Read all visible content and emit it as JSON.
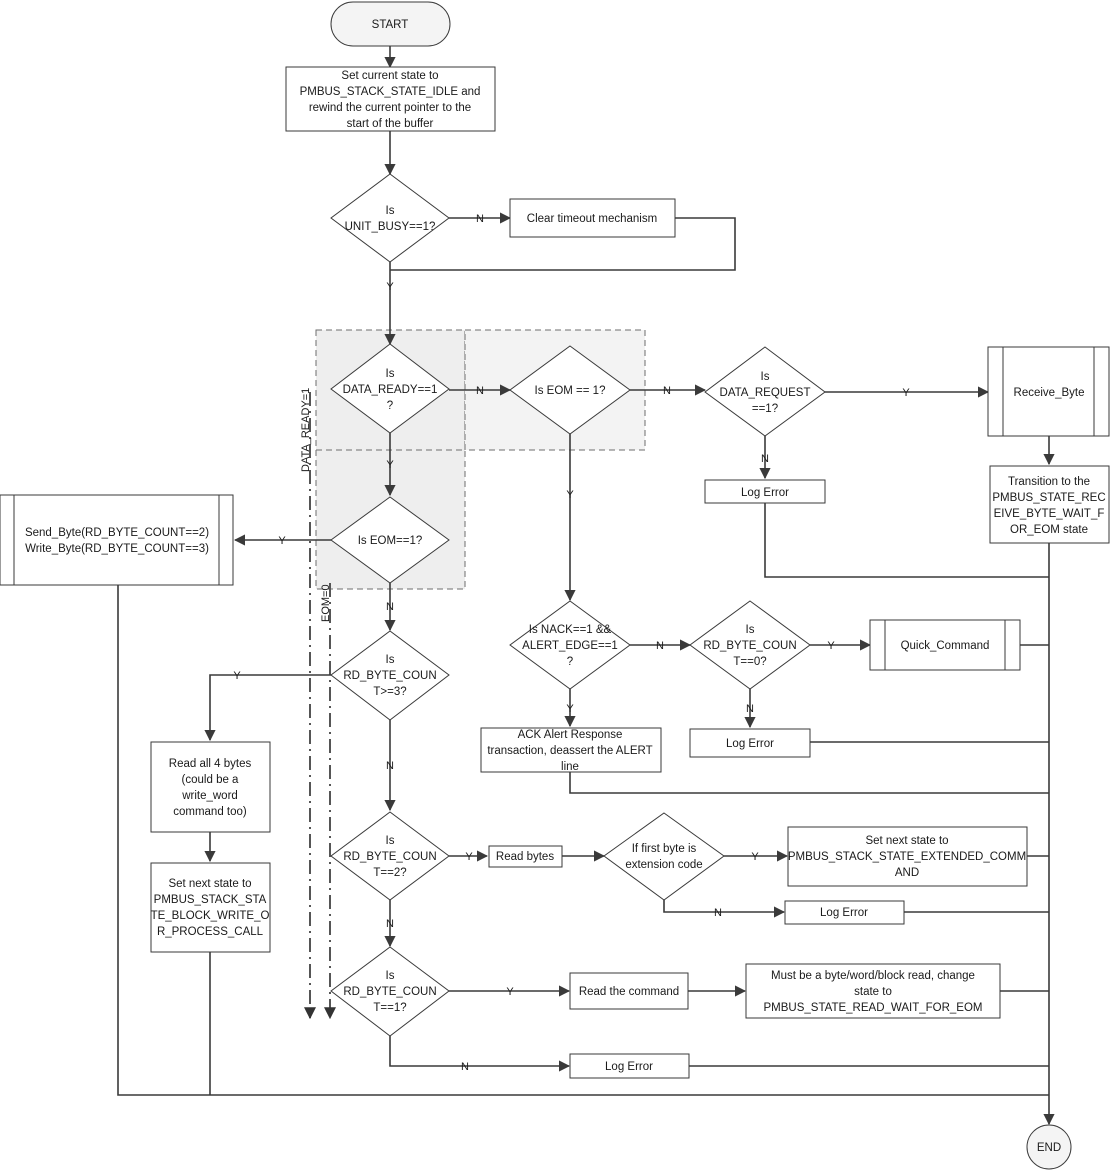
{
  "nodes": {
    "start": {
      "lines": [
        "START"
      ]
    },
    "set_idle": {
      "lines": [
        "Set current state to",
        "PMBUS_STACK_STATE_IDLE and",
        "rewind the current pointer to the",
        "start of the buffer"
      ]
    },
    "unit_busy": {
      "lines": [
        "Is",
        "UNIT_BUSY==1?"
      ]
    },
    "clear_timeout": {
      "lines": [
        "Clear timeout mechanism"
      ]
    },
    "data_ready": {
      "lines": [
        "Is",
        "DATA_READY==1",
        "?"
      ]
    },
    "eom_check_a": {
      "lines": [
        "Is EOM == 1?"
      ]
    },
    "data_request": {
      "lines": [
        "Is",
        "DATA_REQUEST",
        "==1?"
      ]
    },
    "receive_byte": {
      "lines": [
        "Receive_Byte"
      ]
    },
    "log_error_1": {
      "lines": [
        "Log Error"
      ]
    },
    "transition_receive": {
      "lines": [
        "Transition to the",
        "PMBUS_STATE_REC",
        "EIVE_BYTE_WAIT_F",
        "OR_EOM state"
      ]
    },
    "eom_check_b": {
      "lines": [
        "Is EOM==1?"
      ]
    },
    "send_write_byte": {
      "lines": [
        "Send_Byte(RD_BYTE_COUNT==2)",
        "Write_Byte(RD_BYTE_COUNT==3)"
      ]
    },
    "nack_alert": {
      "lines": [
        "Is NACK==1 &&",
        "ALERT_EDGE==1",
        "?"
      ]
    },
    "rd_count_zero": {
      "lines": [
        "Is",
        "RD_BYTE_COUN",
        "T==0?"
      ]
    },
    "quick_command": {
      "lines": [
        "Quick_Command"
      ]
    },
    "rd_count_ge3": {
      "lines": [
        "Is",
        "RD_BYTE_COUN",
        "T>=3?"
      ]
    },
    "ack_alert": {
      "lines": [
        "ACK Alert Response",
        "transaction, deassert the ALERT",
        "line"
      ]
    },
    "log_error_2": {
      "lines": [
        "Log Error"
      ]
    },
    "read_4_bytes": {
      "lines": [
        "Read all 4 bytes",
        "(could be a",
        "write_word",
        "command too)"
      ]
    },
    "rd_count_2": {
      "lines": [
        "Is",
        "RD_BYTE_COUN",
        "T==2?"
      ]
    },
    "read_bytes": {
      "lines": [
        "Read bytes"
      ]
    },
    "ext_code": {
      "lines": [
        "If first byte is",
        "extension code"
      ]
    },
    "set_extended": {
      "lines": [
        "Set next state to",
        "PMBUS_STACK_STATE_EXTENDED_COMM",
        "AND"
      ]
    },
    "log_error_3": {
      "lines": [
        "Log Error"
      ]
    },
    "set_block_write": {
      "lines": [
        "Set next state to",
        "PMBUS_STACK_STA",
        "TE_BLOCK_WRITE_O",
        "R_PROCESS_CALL"
      ]
    },
    "rd_count_1": {
      "lines": [
        "Is",
        "RD_BYTE_COUN",
        "T==1?"
      ]
    },
    "read_command": {
      "lines": [
        "Read the command"
      ]
    },
    "read_wait_eom": {
      "lines": [
        "Must be a byte/word/block read, change",
        "state to",
        "PMBUS_STATE_READ_WAIT_FOR_EOM"
      ]
    },
    "log_error_4": {
      "lines": [
        "Log Error"
      ]
    },
    "end": {
      "lines": [
        "END"
      ]
    }
  },
  "edge_labels": {
    "yes": "Y",
    "no": "N"
  },
  "annotations": {
    "data_ready_flag": "DATA_READY=1",
    "eom_flag": "EOM=0"
  }
}
